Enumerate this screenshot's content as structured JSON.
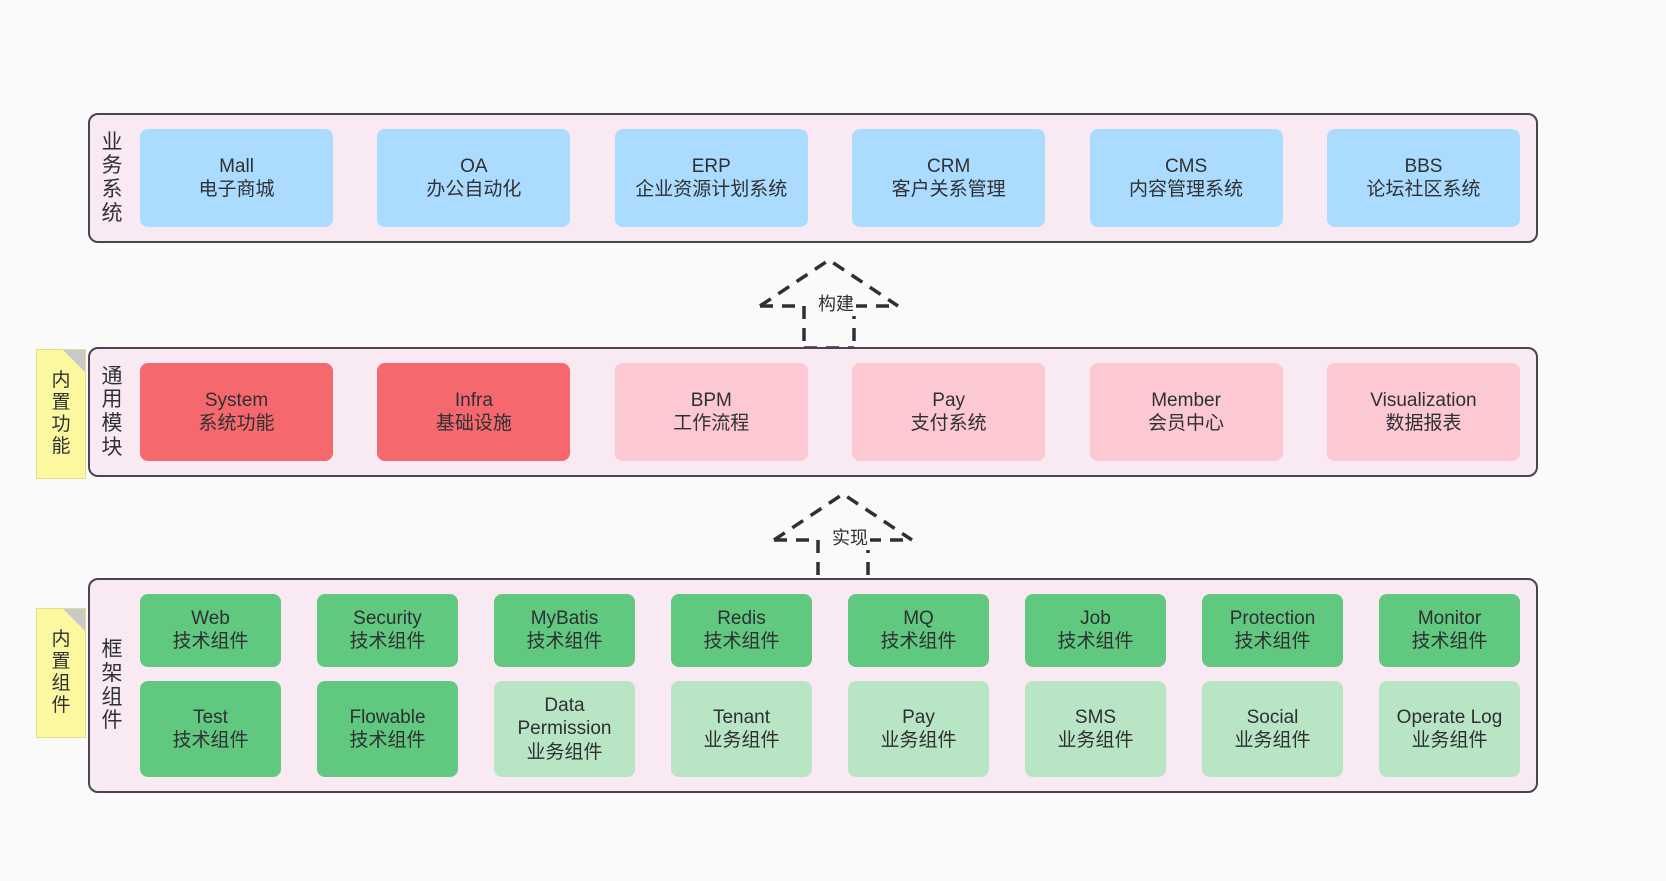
{
  "diagram": {
    "background_color": "#fafafa",
    "panel_color": "#f8e9f3",
    "panel_border_color": "#4a4450",
    "sticky_color": "#fbf8a0"
  },
  "layers": [
    {
      "id": "business-systems",
      "caption": "业务系统",
      "sticky": null,
      "rows": [
        {
          "cards": [
            {
              "title": "Mall",
              "subtitle": "电子商城",
              "color": "#abdcff",
              "style": "c-blue"
            },
            {
              "title": "OA",
              "subtitle": "办公自动化",
              "color": "#abdcff",
              "style": "c-blue"
            },
            {
              "title": "ERP",
              "subtitle": "企业资源计划系统",
              "color": "#abdcff",
              "style": "c-blue"
            },
            {
              "title": "CRM",
              "subtitle": "客户关系管理",
              "color": "#abdcff",
              "style": "c-blue"
            },
            {
              "title": "CMS",
              "subtitle": "内容管理系统",
              "color": "#abdcff",
              "style": "c-blue"
            },
            {
              "title": "BBS",
              "subtitle": "论坛社区系统",
              "color": "#abdcff",
              "style": "c-blue"
            }
          ]
        }
      ]
    },
    {
      "id": "common-modules",
      "caption": "通用模块",
      "sticky": "内置功能",
      "rows": [
        {
          "cards": [
            {
              "title": "System",
              "subtitle": "系统功能",
              "color": "#f5696e",
              "style": "c-red"
            },
            {
              "title": "Infra",
              "subtitle": "基础设施",
              "color": "#f5696e",
              "style": "c-red"
            },
            {
              "title": "BPM",
              "subtitle": "工作流程",
              "color": "#fcc8d2",
              "style": "c-pink"
            },
            {
              "title": "Pay",
              "subtitle": "支付系统",
              "color": "#fcc8d2",
              "style": "c-pink"
            },
            {
              "title": "Member",
              "subtitle": "会员中心",
              "color": "#fcc8d2",
              "style": "c-pink"
            },
            {
              "title": "Visualization",
              "subtitle": "数据报表",
              "color": "#fcc8d2",
              "style": "c-pink"
            }
          ]
        }
      ]
    },
    {
      "id": "framework-components",
      "caption": "框架组件",
      "sticky": "内置组件",
      "rows": [
        {
          "cards": [
            {
              "title": "Web",
              "subtitle": "技术组件",
              "color": "#60c87f",
              "style": "c-green"
            },
            {
              "title": "Security",
              "subtitle": "技术组件",
              "color": "#60c87f",
              "style": "c-green"
            },
            {
              "title": "MyBatis",
              "subtitle": "技术组件",
              "color": "#60c87f",
              "style": "c-green"
            },
            {
              "title": "Redis",
              "subtitle": "技术组件",
              "color": "#60c87f",
              "style": "c-green"
            },
            {
              "title": "MQ",
              "subtitle": "技术组件",
              "color": "#60c87f",
              "style": "c-green"
            },
            {
              "title": "Job",
              "subtitle": "技术组件",
              "color": "#60c87f",
              "style": "c-green"
            },
            {
              "title": "Protection",
              "subtitle": "技术组件",
              "color": "#60c87f",
              "style": "c-green"
            },
            {
              "title": "Monitor",
              "subtitle": "技术组件",
              "color": "#60c87f",
              "style": "c-green"
            }
          ]
        },
        {
          "cards": [
            {
              "title": "Test",
              "subtitle": "技术组件",
              "color": "#60c87f",
              "style": "c-green"
            },
            {
              "title": "Flowable",
              "subtitle": "技术组件",
              "color": "#60c87f",
              "style": "c-green"
            },
            {
              "title": "Data Permission",
              "subtitle": "业务组件",
              "color": "#b8e5c4",
              "style": "c-lightgreen"
            },
            {
              "title": "Tenant",
              "subtitle": "业务组件",
              "color": "#b8e5c4",
              "style": "c-lightgreen"
            },
            {
              "title": "Pay",
              "subtitle": "业务组件",
              "color": "#b8e5c4",
              "style": "c-lightgreen"
            },
            {
              "title": "SMS",
              "subtitle": "业务组件",
              "color": "#b8e5c4",
              "style": "c-lightgreen"
            },
            {
              "title": "Social",
              "subtitle": "业务组件",
              "color": "#b8e5c4",
              "style": "c-lightgreen"
            },
            {
              "title": "Operate Log",
              "subtitle": "业务组件",
              "color": "#b8e5c4",
              "style": "c-lightgreen"
            }
          ]
        }
      ]
    }
  ],
  "connectors": [
    {
      "id": "build",
      "label": "构建"
    },
    {
      "id": "implement",
      "label": "实现"
    }
  ]
}
